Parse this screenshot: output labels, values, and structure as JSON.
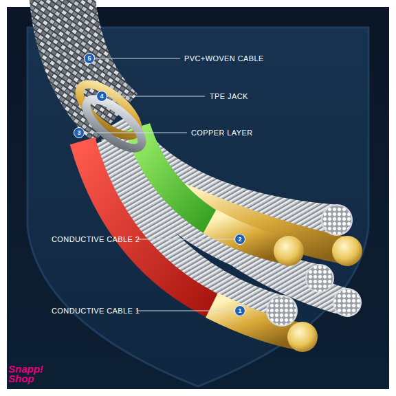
{
  "diagram": {
    "labels": [
      "5",
      "PVC+WOVEN CABLE",
      "4",
      "TPE JACK",
      "3",
      "COPPER LAYER",
      "CONDUCTIVE CABLE 2",
      "2",
      "CONDUCTIVE CABLE 1",
      "1",
      "Snapp! Shop"
    ]
  }
}
